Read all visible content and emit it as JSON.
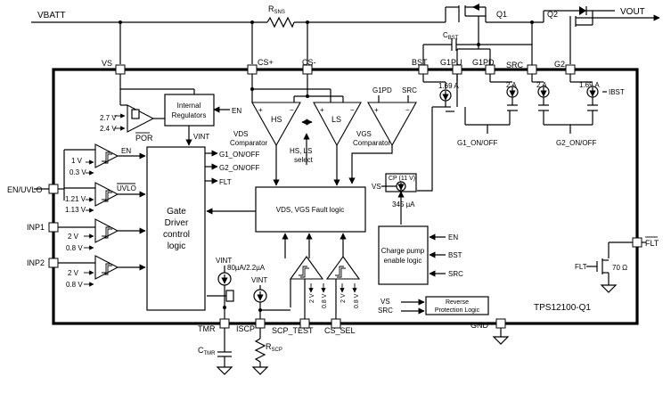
{
  "title": "TPS12100-Q1",
  "nets": {
    "vbatt": "VBATT",
    "vout": "VOUT",
    "rsns_main": "R",
    "rsns_sub": "SNS",
    "q1": "Q1",
    "q2": "Q2",
    "cbst_main": "C",
    "cbst_sub": "BST"
  },
  "pins": {
    "vs": "VS",
    "cs_plus": "CS+",
    "cs_minus": "CS-",
    "bst": "BST",
    "g1pu": "G1PU",
    "g1pd": "G1PD",
    "src": "SRC",
    "g2": "G2",
    "en_uvlo": "EN/UVLO",
    "inp1": "INP1",
    "inp2": "INP2",
    "tmr": "TMR",
    "iscp": "ISCP",
    "scp_test": "SCP_TEST",
    "cs_sel": "CS_SEL",
    "gnd": "GND",
    "flt": "FLT"
  },
  "blocks": {
    "internal_regulators": [
      "Internal",
      "Regulators"
    ],
    "gate_driver": [
      "Gate",
      "Driver",
      "control",
      "logic"
    ],
    "fault_logic": "VDS, VGS Fault logic",
    "charge_pump_enable": [
      "Charge pump",
      "enable logic"
    ],
    "reverse_protection": [
      "Reverse",
      "Protection Logic"
    ],
    "vds_comparator": [
      "VDS",
      "Comparator"
    ],
    "vgs_comparator": [
      "VGS",
      "Comparator"
    ],
    "hs_ls_select": [
      "HS, LS",
      "select"
    ],
    "charge_pump": [
      "CP (11 V)",
      "345 µA"
    ]
  },
  "labels": {
    "en": "EN",
    "vint": "VINT",
    "por": "POR",
    "por_hi": "2.7 V",
    "por_lo": "2.4 V",
    "g1_on_off": "G1_ON/OFF",
    "g2_on_off": "G2_ON/OFF",
    "flt": "FLT",
    "uvlo": "UVLO",
    "en_hi": "1 V",
    "en_lo": "0.3 V",
    "uvlo_hi": "1.21 V",
    "uvlo_lo": "1.13 V",
    "inp1_hi": "2 V",
    "inp1_lo": "0.8 V",
    "inp2_hi": "2 V",
    "inp2_lo": "0.8 V",
    "hs": "HS",
    "ls": "LS",
    "g1pd": "G1PD",
    "src": "SRC",
    "vs": "VS",
    "tmr_current": "80µA/2.2µA",
    "i_g1pu": "1.69 A",
    "i_g1pd": "2 A",
    "i_g2pd": "2 A",
    "i_g2pu": "1.69 A",
    "ibst": "IBST",
    "g1_on_off_bottom": "G1_ON/OFF",
    "g2_on_off_bottom": "G2_ON/OFF",
    "cp_en": "EN",
    "cp_bst": "BST",
    "cp_src": "SRC",
    "rp_vs": "VS",
    "rp_src": "SRC",
    "flt_fet": "FLT",
    "r70": "70 Ω",
    "scp_2v": "2 V",
    "scp_08v": "0.8 V",
    "cs_2v": "2 V",
    "cs_08v": "0.8 V",
    "ctmr_main": "C",
    "ctmr_sub": "TMR",
    "rscp_main": "R",
    "rscp_sub": "SCP",
    "plus": "+",
    "minus": "−"
  }
}
